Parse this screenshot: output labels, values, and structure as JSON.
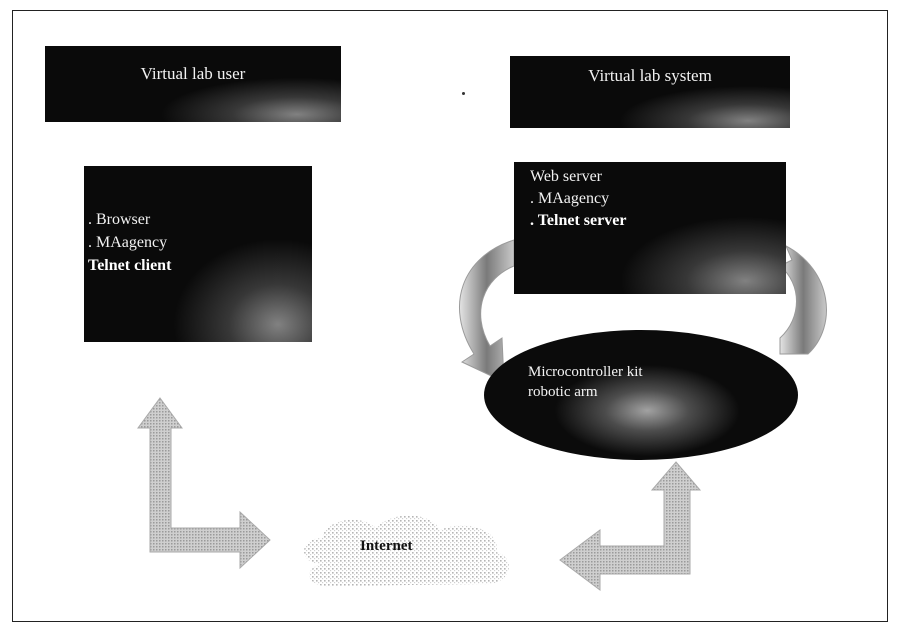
{
  "user": {
    "title": "Virtual lab user",
    "components": [
      ". Browser",
      ". MAagency",
      "  Telnet client"
    ]
  },
  "system": {
    "title": "Virtual  lab system",
    "components": [
      "  Web server",
      ". MAagency",
      ". Telnet server"
    ]
  },
  "robot": {
    "lines": [
      "Microcontroller kit",
      "robotic arm"
    ]
  },
  "network": {
    "label": "Internet"
  }
}
